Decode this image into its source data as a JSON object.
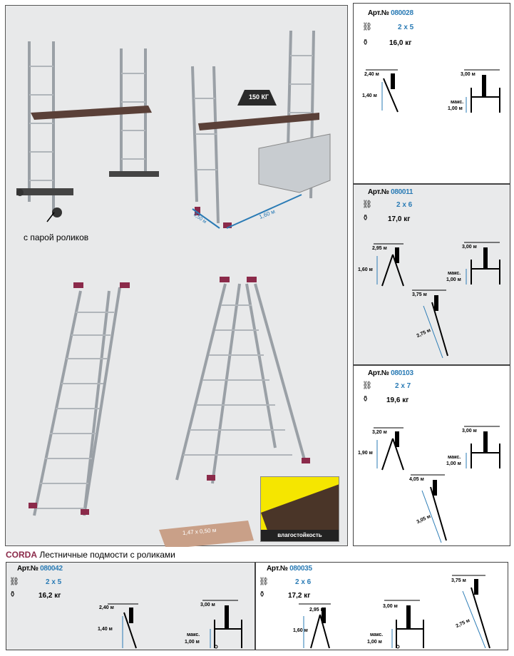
{
  "left_panel": {
    "rollers_caption": "с парой роликов",
    "load_badge": "150 КГ",
    "width_dim": "0,50 м",
    "length_dim": "1,60 м",
    "platform_dim": "1,47 x 0,50 м",
    "moisture_label": "влагостойкость"
  },
  "cards": [
    {
      "art_label": "Арт.№",
      "art": "080028",
      "sections": "2 x 5",
      "weight": "16,0 кг",
      "step_top": "2,40 м",
      "step_h": "1,40 м",
      "scaf_top": "3,00 м",
      "scaf_max": "макс.",
      "scaf_h": "1,00 м"
    },
    {
      "art_label": "Арт.№",
      "art": "080011",
      "sections": "2 x 6",
      "weight": "17,0 кг",
      "step_top": "2,95 м",
      "step_h": "1,60 м",
      "scaf_top": "3,00 м",
      "scaf_max": "макс.",
      "scaf_h": "1,00 м",
      "lean_top": "3,75 м",
      "lean_len": "2,75 м"
    },
    {
      "art_label": "Арт.№",
      "art": "080103",
      "sections": "2 x 7",
      "weight": "19,6 кг",
      "step_top": "3,20 м",
      "step_h": "1,90 м",
      "scaf_top": "3,00 м",
      "scaf_max": "макс.",
      "scaf_h": "1,00 м",
      "lean_top": "4,05 м",
      "lean_len": "3,05 м"
    }
  ],
  "section_title": {
    "brand": "CORDA",
    "text": "Лестничные подмости с роликами"
  },
  "bottom_cards": [
    {
      "art_label": "Арт.№",
      "art": "080042",
      "sections": "2 x 5",
      "weight": "16,2 кг",
      "step_top": "2,40 м",
      "step_h": "1,40 м",
      "scaf_top": "3,00 м",
      "scaf_max": "макс.",
      "scaf_h": "1,00 м"
    },
    {
      "art_label": "Арт.№",
      "art": "080035",
      "sections": "2 x 6",
      "weight": "17,2 кг",
      "step_top": "2,95 м",
      "step_h": "1,60 м",
      "scaf_top": "3,00 м",
      "scaf_max": "макс.",
      "scaf_h": "1,00 м",
      "lean_top": "3,75 м",
      "lean_len": "2,75 м"
    }
  ],
  "icons": {
    "sections": "ladder-sections-icon",
    "weight": "weight-icon"
  },
  "colors": {
    "accent": "#2a7bb5",
    "brand": "#8b2a4a",
    "panel": "#e8e9ea"
  }
}
